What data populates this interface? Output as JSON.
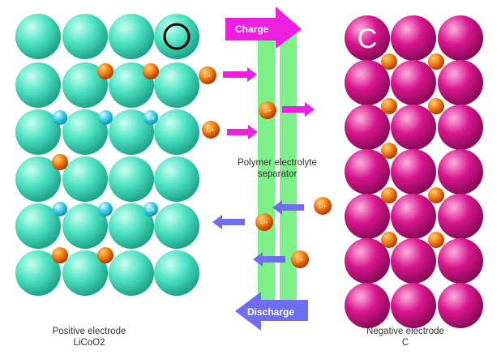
{
  "title_symbols": {
    "oxygen": "O",
    "carbon": "C"
  },
  "arrows": {
    "charge": "Charge",
    "discharge": "Discharge"
  },
  "separator_label": {
    "line1": "Polymer electrolyte",
    "line2": "separator"
  },
  "ion_label": "Li+",
  "cobalt_label": "Co",
  "positive": {
    "line1": "Positive electrode",
    "line2": "LiCoO2"
  },
  "negative": {
    "line1": "Negative electrode",
    "line2": "C"
  },
  "colors": {
    "teal": "#4fe3c4",
    "magenta": "#d9168e",
    "orange": "#f07a10",
    "cyan": "#3fd3f0",
    "green": "#7ef08a",
    "charge": "#ee1fe0",
    "discharge": "#6f6ef0"
  }
}
